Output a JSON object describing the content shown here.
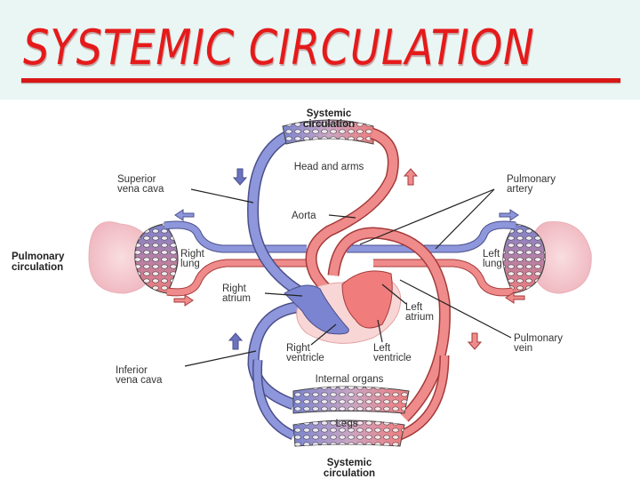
{
  "title": "SYSTEMIC CIRCULATION",
  "colors": {
    "title": "#e51a1a",
    "banner_bg": "#eaf6f4",
    "deoxygenated": "#7b84d0",
    "oxygenated": "#f07c7c",
    "lung": "#f4c9cf"
  },
  "labels": {
    "systemic_top": [
      "Systemic",
      "circulation"
    ],
    "head_and_arms": "Head and arms",
    "superior_vena_cava": [
      "Superior",
      "vena cava"
    ],
    "pulmonary_artery": [
      "Pulmonary",
      "artery"
    ],
    "aorta": "Aorta",
    "pulmonary_circulation": [
      "Pulmonary",
      "circulation"
    ],
    "right_lung": [
      "Right",
      "lung"
    ],
    "left_lung": [
      "Left",
      "lung"
    ],
    "right_atrium": [
      "Right",
      "atrium"
    ],
    "left_atrium": [
      "Left",
      "atrium"
    ],
    "right_ventricle": [
      "Right",
      "ventricle"
    ],
    "left_ventricle": [
      "Left",
      "ventricle"
    ],
    "pulmonary_vein": [
      "Pulmonary",
      "vein"
    ],
    "inferior_vena_cava": [
      "Inferior",
      "vena cava"
    ],
    "internal_organs": "Internal organs",
    "legs": "Legs",
    "systemic_bottom": [
      "Systemic",
      "circulation"
    ]
  },
  "flow_arrows": [
    {
      "name": "arrow-down-head-veins",
      "direction": "down"
    },
    {
      "name": "arrow-up-head-arteries",
      "direction": "up"
    },
    {
      "name": "arrow-left-to-right-lung",
      "direction": "left"
    },
    {
      "name": "arrow-right-from-right-lung",
      "direction": "right"
    },
    {
      "name": "arrow-right-to-left-lung",
      "direction": "right"
    },
    {
      "name": "arrow-left-from-left-lung",
      "direction": "left"
    },
    {
      "name": "arrow-up-lower-veins",
      "direction": "up"
    },
    {
      "name": "arrow-down-lower-arteries",
      "direction": "down"
    }
  ]
}
